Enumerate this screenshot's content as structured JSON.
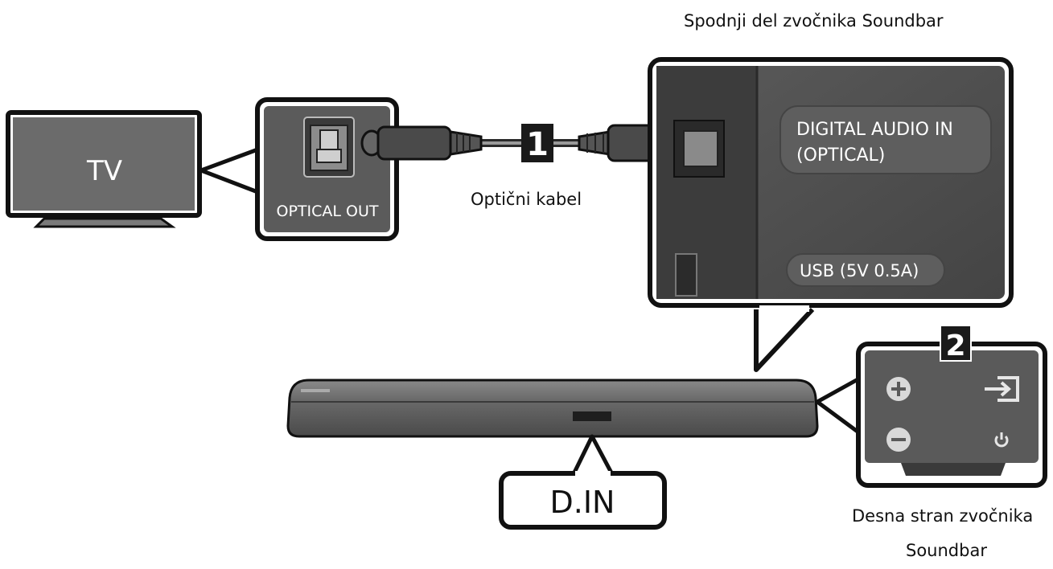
{
  "labels": {
    "tv": "TV",
    "optical_out": "OPTICAL OUT",
    "cable": "Optični kabel",
    "step1": "1",
    "step2": "2",
    "bottom_title": "Spodnji del zvočnika Soundbar",
    "digital_audio_in_line1": "DIGITAL AUDIO IN",
    "digital_audio_in_line2": "(OPTICAL)",
    "usb": "USB (5V 0.5A)",
    "din": "D.IN",
    "right_side_line1": "Desna stran zvočnika",
    "right_side_line2": "Soundbar"
  },
  "icons": {
    "plus": "plus-icon",
    "minus": "minus-icon",
    "input": "input-source-icon",
    "power": "power-icon",
    "optical_port": "optical-port-icon"
  },
  "colors": {
    "panel_dark": "#4d4d4d",
    "panel_mid": "#6b6b6b",
    "outline": "#111111",
    "badge": "#1a1a1a"
  }
}
